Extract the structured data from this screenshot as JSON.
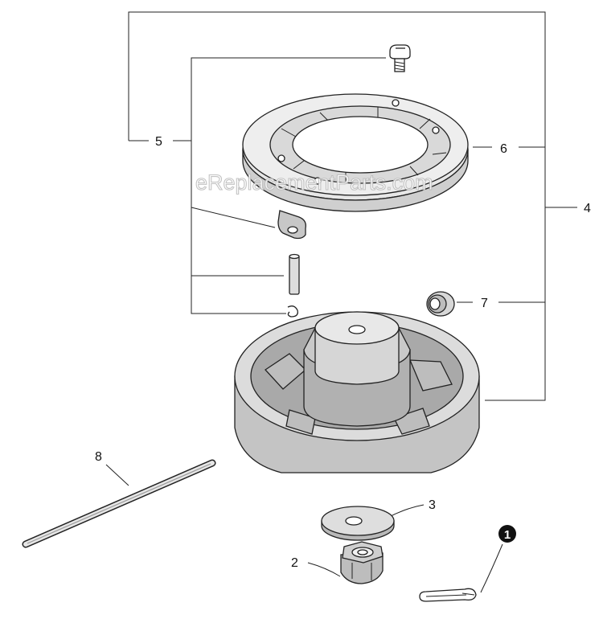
{
  "watermark": "eReplacementParts.com",
  "callouts": {
    "c1": "1",
    "c2": "2",
    "c3": "3",
    "c4": "4",
    "c5": "5",
    "c6": "6",
    "c7": "7",
    "c8": "8"
  }
}
